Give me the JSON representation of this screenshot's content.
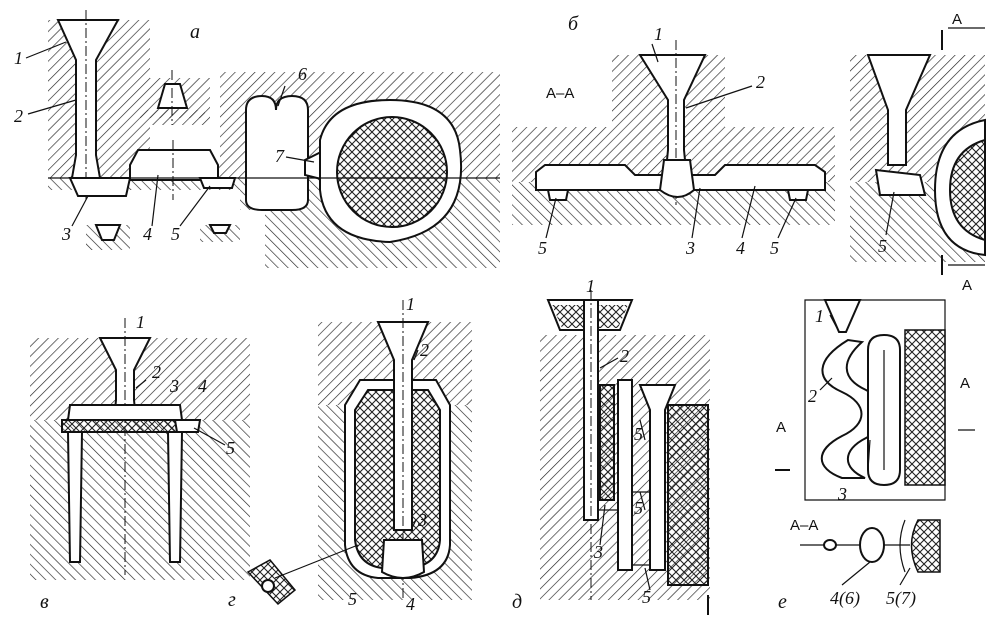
{
  "panels": {
    "a": "а",
    "b": "б",
    "v": "в",
    "g": "г",
    "d": "д",
    "e": "е"
  },
  "sections": {
    "aa_b": "А–А",
    "a_right_top": "А",
    "a_right_bottom": "А",
    "e_right": "А",
    "e_left": "А",
    "aa_e": "А–А"
  },
  "labels": {
    "one": "1",
    "two": "2",
    "three": "3",
    "four": "4",
    "five": "5",
    "six": "6",
    "seven": "7",
    "four_six": "4(6)",
    "five_seven": "5(7)"
  },
  "colors": {
    "ink": "#111111",
    "paper": "#ffffff"
  }
}
